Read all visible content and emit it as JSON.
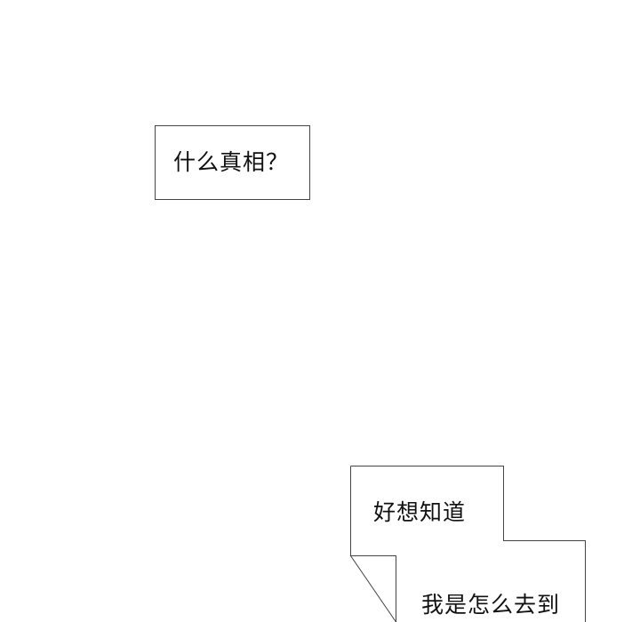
{
  "panels": [
    {
      "id": "bubble-1",
      "text": "什么真相？"
    },
    {
      "id": "bubble-2",
      "text": "好想知道"
    },
    {
      "id": "bubble-3",
      "text": "我是怎么去到"
    }
  ],
  "colors": {
    "background": "#ffffff",
    "border": "#444444",
    "text": "#111111"
  }
}
